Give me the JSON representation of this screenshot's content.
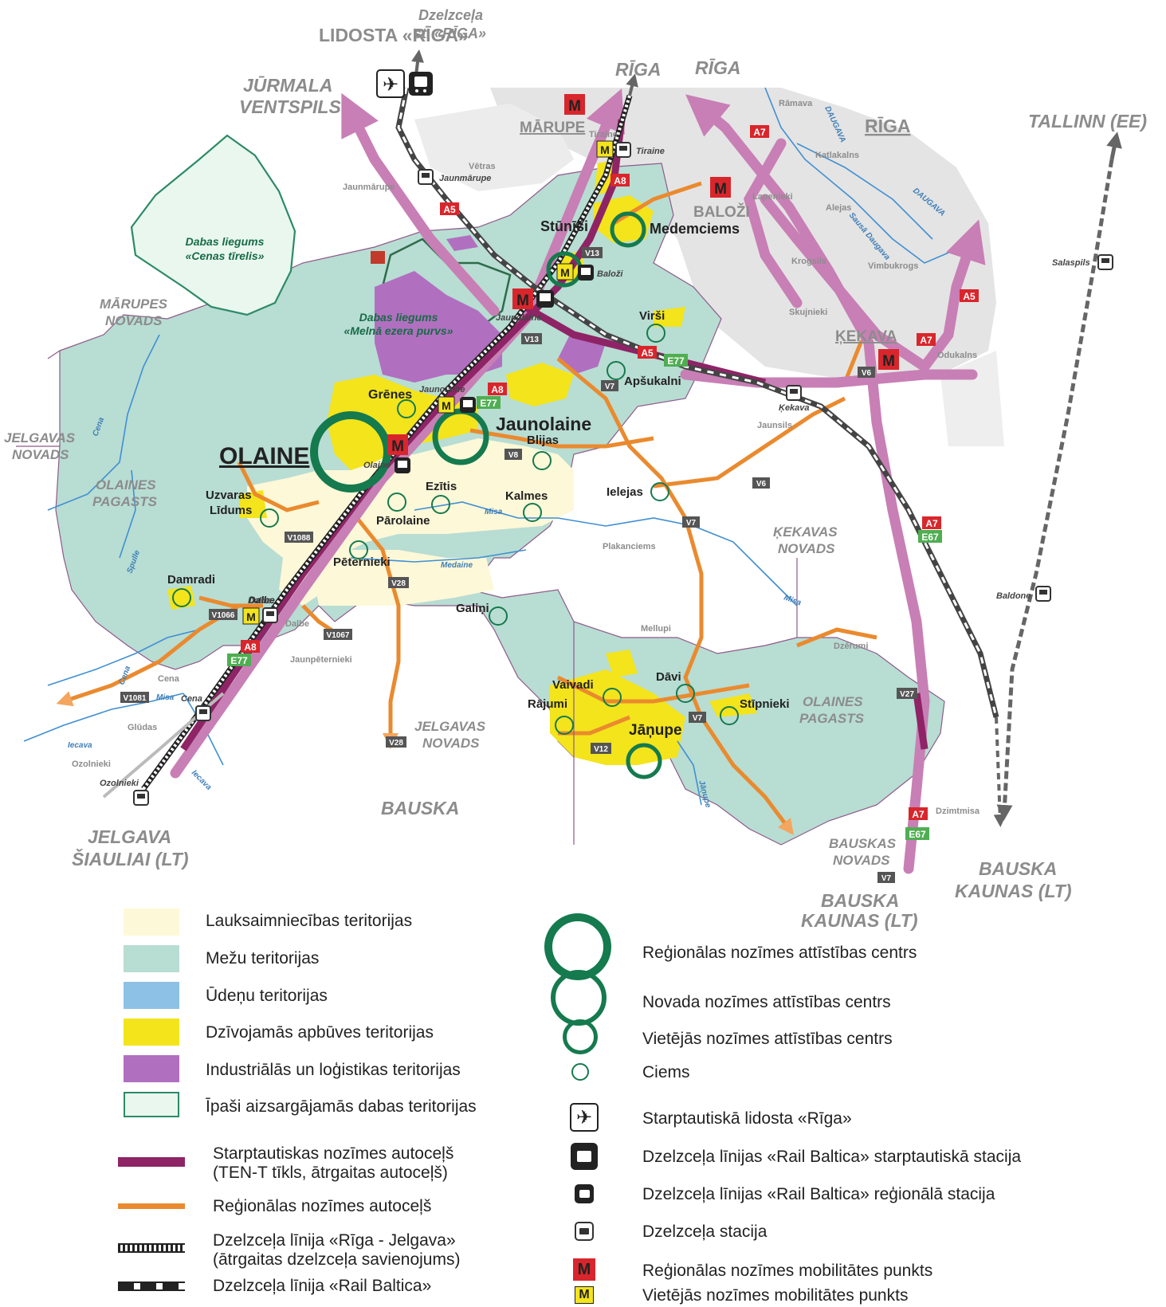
{
  "colors": {
    "forest": "#b8ddd3",
    "agri": "#fdf8d8",
    "water": "#6fa8dc",
    "residential": "#f3e41c",
    "industrial": "#b16fc0",
    "protected_fill": "#e9f7ef",
    "protected_border": "#2d8a66",
    "highway": "#8e2466",
    "regional_road": "#ea8a2e",
    "dev_center": "#157a4e",
    "mobility_regional": "#d8262c",
    "mobility_local": "#f3e41c",
    "main_arrow": "#c87fb5",
    "gray_label": "#8c8c8c"
  },
  "destinations": {
    "lidosta": "LIDOSTA «RĪGA»",
    "dzelzcela_st_1": "Dzelzceļa",
    "dzelzcela_st_2": "st. «RĪGA»",
    "jurmala": "JŪRMALA",
    "ventspils": "VENTSPILS",
    "riga1": "RĪGA",
    "riga2": "RĪGA",
    "tallinn": "TALLINN (EE)",
    "jelgava": "JELGAVA",
    "siauliai": "ŠIAULIAI (LT)",
    "bauska1": "BAUSKA",
    "bauska2": "BAUSKA",
    "kaunas2": "KAUNAS (LT)",
    "bauska3": "BAUSKA",
    "kaunas3": "KAUNAS (LT)"
  },
  "regions": {
    "marupe": "MĀRUPE",
    "riga": "RĪGA",
    "balozi": "BALOŽI",
    "kekava": "ĶEKAVA",
    "marupes_novads_1": "MĀRUPES",
    "marupes_novads_2": "NOVADS",
    "jelgavas_novads_1": "JELGAVAS",
    "jelgavas_novads_2": "NOVADS",
    "olaines_pagasts_1": "OLAINES",
    "olaines_pagasts_2": "PAGASTS",
    "olaines_pagasts_b1": "OLAINES",
    "olaines_pagasts_b2": "PAGASTS",
    "kekavas_novads_1": "ĶEKAVAS",
    "kekavas_novads_2": "NOVADS",
    "jelgavas_novads_b1": "JELGAVAS",
    "jelgavas_novads_b2": "NOVADS",
    "bauskas_novads_1": "BAUSKAS",
    "bauskas_novads_2": "NOVADS"
  },
  "places": {
    "olaine": "OLAINE",
    "jaunolaine": "Jaunolaine",
    "stunisi": "Stūnīši",
    "medemciems": "Medemciems",
    "grenes": "Grēnes",
    "blijas": "Blijas",
    "virsi": "Virši",
    "apsukalni": "Apšukalni",
    "ezitis": "Ezītis",
    "kalmes": "Kalmes",
    "ielejas": "Ielejas",
    "uzvaras_1": "Uzvaras",
    "uzvaras_2": "Līdums",
    "parolaine": "Pārolaine",
    "peternieki": "Pēternieki",
    "damradi": "Damradi",
    "galini": "Galiņi",
    "vaivadi": "Vaivadi",
    "davi": "Dāvi",
    "rajumi": "Rājumi",
    "stipnieki": "Stīpnieki",
    "janupe": "Jāņupe",
    "dalbe": "Dalbe"
  },
  "minor_places": {
    "ramava": "Rāmava",
    "tiraine": "Tiraine",
    "vetras": "Vētras",
    "jaunmarupe": "Jaunmārupe",
    "katlakalns": "Katlakalns",
    "lapenieki": "Lapenieki",
    "alejas": "Alejas",
    "krogsils": "Krogsils",
    "vimbukrogs": "Vimbukrogs",
    "skujnieki": "Skujnieki",
    "odukalns": "Odukalns",
    "jaunsils": "Jaunsils",
    "plakanciems": "Plakanciems",
    "mellupi": "Mellupi",
    "dzerumi": "Dzērumi",
    "dzimtmisa": "Dzimtmisa",
    "jaunpeternieki": "Jaunpēternieki",
    "dalbe2": "Dalbe",
    "cena": "Cena",
    "gludas": "Glūdas",
    "ozolnieki": "Ozolnieki",
    "salaspils": "Salaspils",
    "baldone": "Baldone",
    "kekava_st": "Ķekava",
    "jaunmarupe_st": "Jaunmārupe",
    "tiraine_st": "Tiraine",
    "balozi_st": "Baloži",
    "jaunolaine_st": "Jaunolaine",
    "jaunolaine_st2": "Jaunolaine",
    "olaine_st": "Olaine",
    "dalbe_st": "Dalbe",
    "cena_st": "Cena",
    "ozolnieki_st": "Ozolnieki"
  },
  "nature": {
    "cenas_1": "Dabas liegums",
    "cenas_2": "«Cenas tīrelis»",
    "melna_1": "Dabas liegums",
    "melna_2": "«Melnā ezera purvs»"
  },
  "rivers": {
    "daugava1": "DAUGAVA",
    "daugava2": "DAUGAVA",
    "sausa": "Sausā Daugava",
    "misa1": "Misa",
    "misa2": "Misa",
    "misa3": "Misa",
    "medaine": "Medaine",
    "cena_r": "Cena",
    "cena_r2": "Cena",
    "spulle": "Spulle",
    "iecava1": "Iecava",
    "iecava2": "Iecava",
    "janupe_r": "Jāņupe"
  },
  "roads": {
    "a5_1": "A5",
    "a5_2": "A5",
    "a5_3": "A5",
    "a7_1": "A7",
    "a7_2": "A7",
    "a7_3": "A7",
    "a7_4": "A7",
    "a8_1": "A8",
    "a8_2": "A8",
    "a8_3": "A8",
    "e77_1": "E77",
    "e77_2": "E77",
    "e77_3": "E77",
    "e67_1": "E67",
    "e67_2": "E67",
    "v13_1": "V13",
    "v13_2": "V13",
    "v6_1": "V6",
    "v6_2": "V6",
    "v7_1": "V7",
    "v7_2": "V7",
    "v7_3": "V7",
    "v7_4": "V7",
    "v8": "V8",
    "v28_1": "V28",
    "v28_2": "V28",
    "v1088": "V1088",
    "v1066": "V1066",
    "v1067": "V1067",
    "v1081": "V1081",
    "v27": "V27",
    "v12": "V12"
  },
  "markers": {
    "m": "M"
  },
  "legend_left": [
    {
      "label": "Lauksaimniecības teritorijas"
    },
    {
      "label": "Mežu teritorijas"
    },
    {
      "label": "Ūdeņu teritorijas"
    },
    {
      "label": "Dzīvojamās apbūves teritorijas"
    },
    {
      "label": "Industriālās un loģistikas teritorijas"
    },
    {
      "label": "Īpaši aizsargājamās dabas teritorijas"
    }
  ],
  "legend_lines": [
    {
      "label1": "Starptautiskas nozīmes autoceļš",
      "label2": "(TEN-T tīkls, ātrgaitas autoceļš)"
    },
    {
      "label1": "Reģionālas nozīmes autoceļš",
      "label2": ""
    },
    {
      "label1": "Dzelzceļa līnija «Rīga - Jelgava»",
      "label2": "(ātrgaitas dzelzceļa savienojums)"
    },
    {
      "label1": "Dzelzceļa līnija «Rail Baltica»",
      "label2": ""
    }
  ],
  "legend_right": [
    {
      "label": "Reģionālas nozīmes attīstības centrs"
    },
    {
      "label": "Novada nozīmes attīstības centrs"
    },
    {
      "label": "Vietējās nozīmes attīstības centrs"
    },
    {
      "label": "Ciems"
    },
    {
      "label": "Starptautiskā lidosta «Rīga»"
    },
    {
      "label": "Dzelzceļa līnijas «Rail Baltica» starptautiskā stacija"
    },
    {
      "label": "Dzelzceļa līnijas «Rail Baltica» reģionālā stacija"
    },
    {
      "label": "Dzelzceļa stacija"
    },
    {
      "label": "Reģionālas nozīmes mobilitātes punkts"
    },
    {
      "label": "Vietējās nozīmes mobilitātes punkts"
    }
  ]
}
